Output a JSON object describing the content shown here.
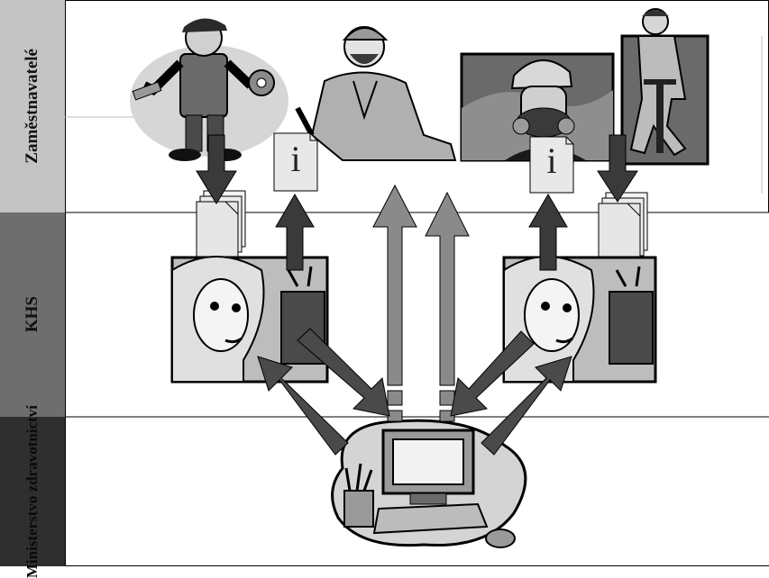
{
  "lanes": [
    {
      "id": "employers",
      "label": "Zaměstnavatelé"
    },
    {
      "id": "khs",
      "label": "KHS"
    },
    {
      "id": "ministry",
      "label": "Ministerstvo zdravotnictví"
    }
  ],
  "info_symbol": "i",
  "colors": {
    "lane_top": "#c4c4c4",
    "lane_middle": "#6e6e6e",
    "lane_bottom": "#2f2f2f",
    "arrow_dark": "#3a3a3a",
    "arrow_medium": "#5a5a5a",
    "arrow_light": "#8a8a8a",
    "document": "#e6e6e6"
  }
}
